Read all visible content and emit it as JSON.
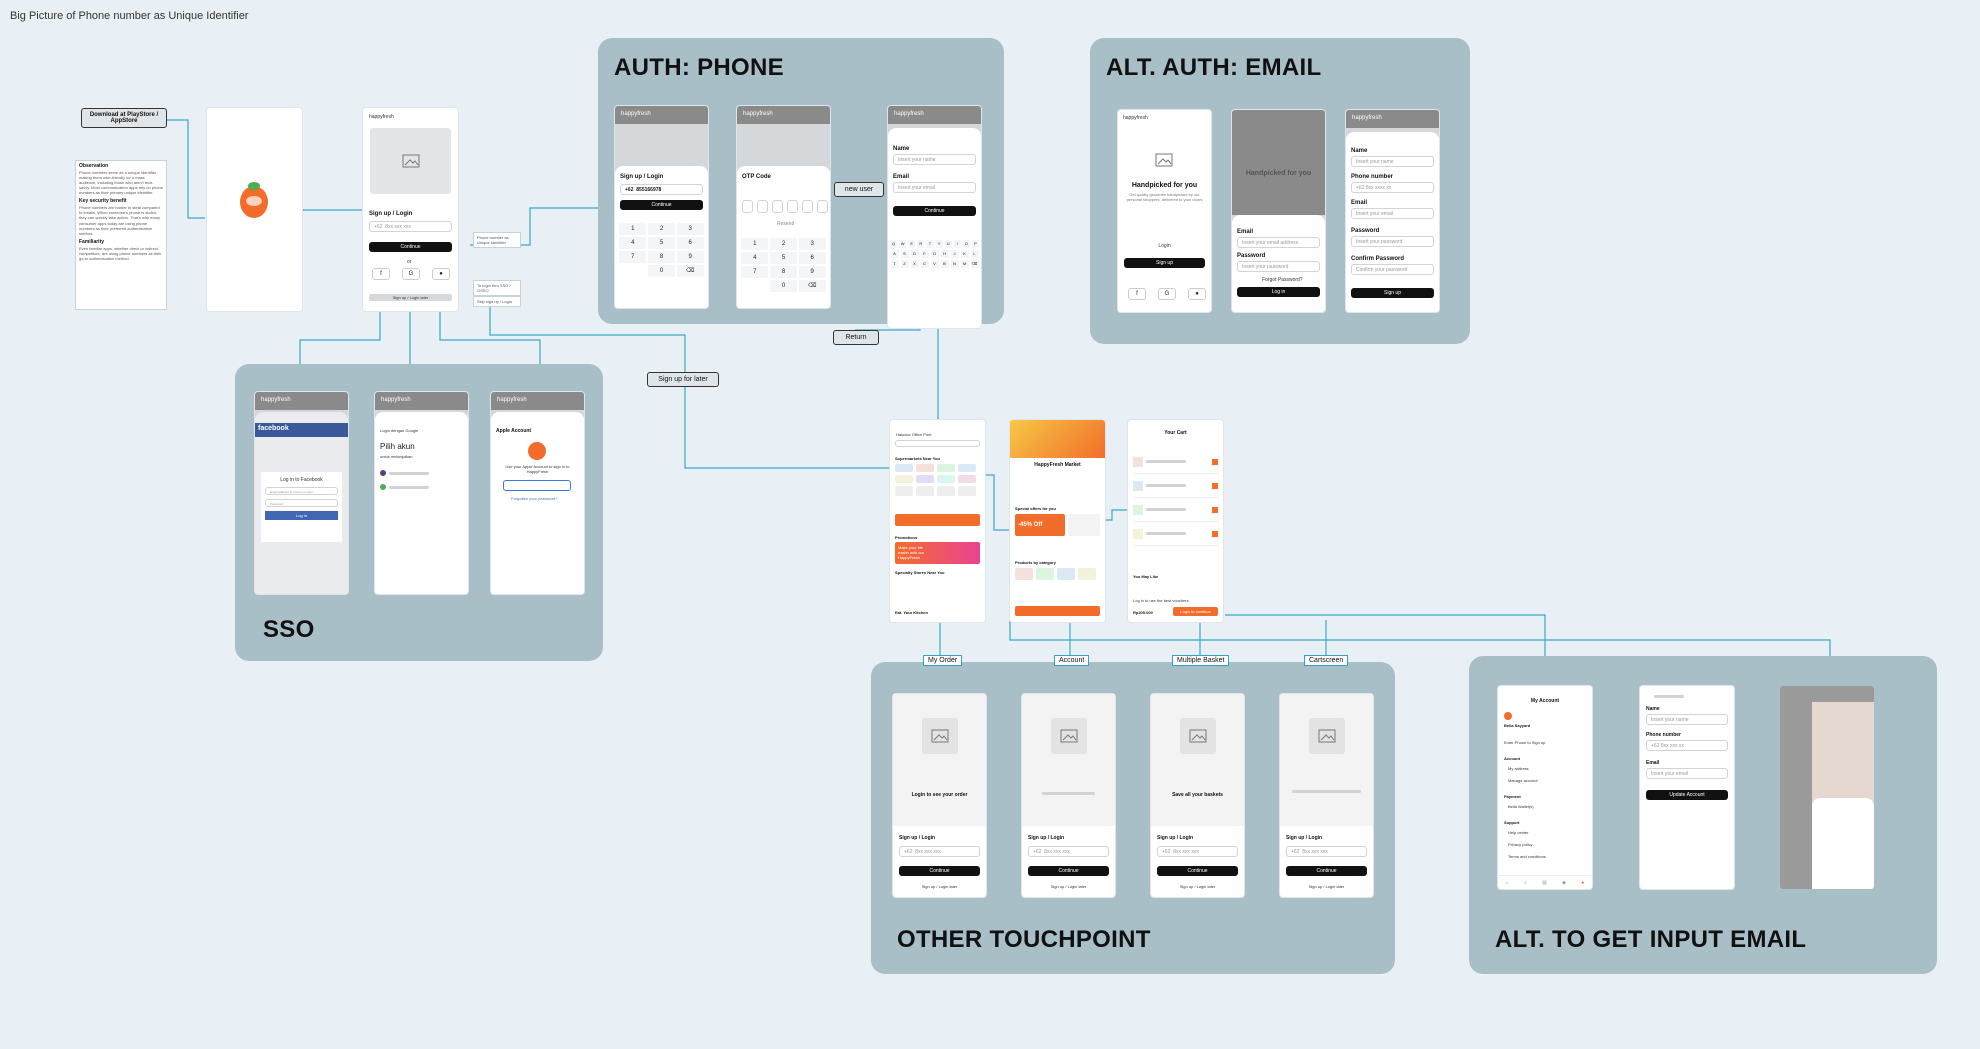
{
  "page": {
    "title": "Big Picture of Phone number as Unique Identifier"
  },
  "sections": {
    "auth_phone": "AUTH: PHONE",
    "alt_email": "ALT. AUTH: EMAIL",
    "sso": "SSO",
    "other": "OTHER TOUCHPOINT",
    "alt_input": "ALT. TO GET INPUT EMAIL"
  },
  "download": {
    "label": "Download at PlayStore / AppStore"
  },
  "notes": {
    "observation_title": "Observation",
    "observation_body": "Phone numbers serve as a unique identifier, making them user-friendly for a mass audience, including those who aren't tech-savvy. Most communication apps rely on phone numbers as their primary unique identifier.",
    "security_title": "Key security benefit",
    "security_body": "Phone numbers are harder to steal compared to emails. When someone's phone is stolen, they can quickly take action. That's why many consumer apps today are using phone numbers as their preferred authentication method.",
    "familiarity_title": "Familiarity",
    "familiarity_body": "Even familiar apps, whether direct or indirect competitors, are using phone numbers as their go-to authentication method."
  },
  "brand": "happyfresh",
  "login": {
    "title": "Sign up / Login",
    "code": "+62",
    "placeholder": "8xx xxx xxx",
    "number": "855166978",
    "continue": "Continue",
    "or": "or",
    "later": "Sign up / Login later",
    "login_later": "Sign up / Login later"
  },
  "side_notes": {
    "phone_hint": "Phone number as Unique identifier",
    "sso_hint": "To login thru SSO / GSSO",
    "skip_hint": "Skip sign up / Login"
  },
  "otp": {
    "title": "OTP Code",
    "resend": "Resend"
  },
  "new_user": {
    "name": "Name",
    "name_ph": "Insert your name",
    "email": "Email",
    "email_ph": "Insert your email",
    "continue": "Continue"
  },
  "flow_labels": {
    "new_user": "new user",
    "return": "Return",
    "later": "Sign up for later"
  },
  "email_auth": {
    "headline": "Handpicked for you",
    "sub": "Get quality groceries handpicked by our personal shoppers, delivered to your doors",
    "login": "Login",
    "signup": "Sign up",
    "email": "Email",
    "email_ph": "Insert your email address",
    "password": "Password",
    "password_ph": "Insert your password",
    "forgot": "Forgot Password?",
    "login_btn": "Log in",
    "name": "Name",
    "name_ph": "Insert your name",
    "phone": "Phone number",
    "phone_ph": "+62 8xx xxxx xx",
    "email2_ph": "Insert your email",
    "confirm": "Confirm Password",
    "confirm_ph": "Confirm your password",
    "signup_btn": "Sign up"
  },
  "sso": {
    "fb_logo": "facebook",
    "fb_title": "Log in to Facebook",
    "fb_email": "Email address or phone number",
    "fb_pass": "Password",
    "fb_login": "Log in",
    "google_head": "Login dengan Google",
    "google_title": "Pilih akun",
    "google_sub": "untuk melanjutkan",
    "apple_head": "Apple Account",
    "apple_text": "Use your Apple Account to sign in to HappyFresh",
    "apple_link": "Forgotten your password?"
  },
  "home": {
    "location": "Halodoc Office Pont",
    "supermarkets": "Supermarkets Near You",
    "promotions": "Promotions",
    "specialty": "Specialty Stores Near You",
    "eat": "Eat. Your Kitchen",
    "promo_text": "Make your life easier with our HappyFresh",
    "market_title": "HappyFresh Market",
    "special": "Special offers for you",
    "discount": "-45% Off",
    "products": "Products by category",
    "cart_title": "Your Cart",
    "may_like": "You May Like",
    "login_save": "Log in to use the best vouchers",
    "checkout": "Login to continue",
    "total": "Rp205.000"
  },
  "touchpoints": {
    "my_order": "My Order",
    "account": "Account",
    "multiple_basket": "Multiple Basket",
    "cartscreen": "Cartscreen",
    "order_msg": "Login to see your order",
    "basket_msg": "Save all your baskets",
    "login_title": "Sign up / Login",
    "code": "+62",
    "ph": "8xx xxx xxx",
    "continue": "Continue",
    "later": "Sign up / Login later"
  },
  "account_screen": {
    "title": "My Account",
    "user": "Bella Sayyard",
    "sub": "Enter Phone to Sign up",
    "s_account": "Account",
    "i_address": "My address",
    "i_manage": "Manage account",
    "s_payment": "Payment",
    "i_wallet": "Bella Wallet(s)",
    "s_support": "Support",
    "i_help": "Help center",
    "i_privacy": "Privacy policy",
    "i_terms": "Terms and conditions"
  },
  "update_account": {
    "name": "Name",
    "name_ph": "Insert your name",
    "phone": "Phone number",
    "phone_ph": "+62 8xx xxx xx",
    "email": "Email",
    "email_ph": "Insert your email",
    "button": "Update Account"
  },
  "colors": {
    "connector": "#3aa8c8",
    "section": "#a9bfc7",
    "accent": "#f26d2b",
    "bg": "#e8f0f5"
  }
}
